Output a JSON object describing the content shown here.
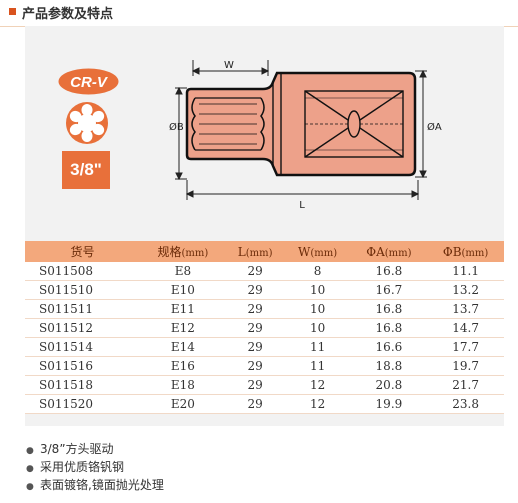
{
  "header": {
    "title": "产品参数及特点"
  },
  "badges": {
    "material": "CR-V",
    "drive_size": "3/8\""
  },
  "diagram": {
    "dim_w": "W",
    "dim_l": "L",
    "dim_a": "ØA",
    "dim_b": "ØB"
  },
  "table": {
    "columns": [
      {
        "label": "货号",
        "unit": ""
      },
      {
        "label": "规格",
        "unit": "(mm)"
      },
      {
        "label": "L",
        "unit": "(mm)"
      },
      {
        "label": "W",
        "unit": "(mm)"
      },
      {
        "label": "ΦA",
        "unit": "(mm)"
      },
      {
        "label": "ΦB",
        "unit": "(mm)"
      }
    ],
    "rows": [
      [
        "S011508",
        "E8",
        "29",
        "8",
        "16.8",
        "11.1"
      ],
      [
        "S011510",
        "E10",
        "29",
        "10",
        "16.7",
        "13.2"
      ],
      [
        "S011511",
        "E11",
        "29",
        "10",
        "16.8",
        "13.7"
      ],
      [
        "S011512",
        "E12",
        "29",
        "10",
        "16.8",
        "14.7"
      ],
      [
        "S011514",
        "E14",
        "29",
        "11",
        "16.6",
        "17.7"
      ],
      [
        "S011516",
        "E16",
        "29",
        "11",
        "18.8",
        "19.7"
      ],
      [
        "S011518",
        "E18",
        "29",
        "12",
        "20.8",
        "21.7"
      ],
      [
        "S011520",
        "E20",
        "29",
        "12",
        "19.9",
        "23.8"
      ]
    ]
  },
  "features": [
    "3/8”方头驱动",
    "采用优质铬钒钢",
    "表面镀铬,镜面抛光处理"
  ],
  "colors": {
    "accent": "#d9531e",
    "table_header": "#f3a87c",
    "badge": "#e8703a"
  }
}
